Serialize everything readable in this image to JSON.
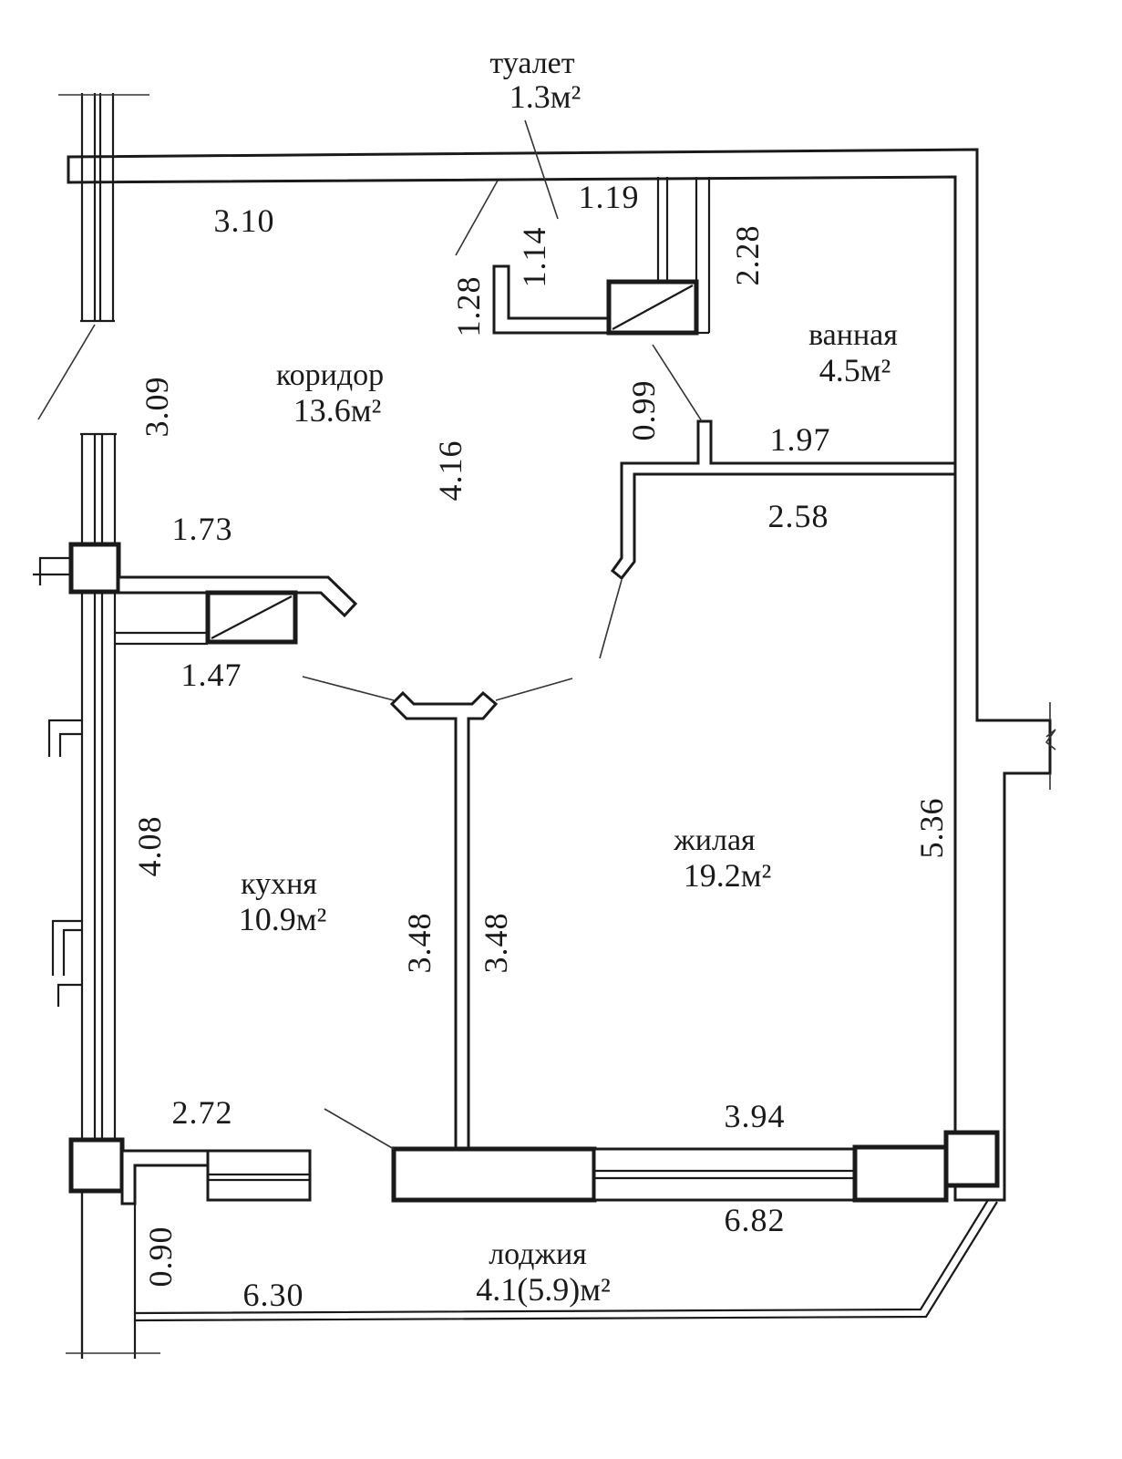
{
  "rooms": {
    "toilet": {
      "name": "туалет",
      "area": "1.3м²"
    },
    "corridor": {
      "name": "коридор",
      "area": "13.6м²"
    },
    "bathroom": {
      "name": "ванная",
      "area": "4.5м²"
    },
    "kitchen": {
      "name": "кухня",
      "area": "10.9м²"
    },
    "living": {
      "name": "жилая",
      "area": "19.2м²"
    },
    "loggia": {
      "name": "лоджия",
      "area": "4.1(5.9)м²"
    }
  },
  "dimensions": {
    "d_3_10": "3.10",
    "d_1_19": "1.19",
    "d_1_14": "1.14",
    "d_1_28": "1.28",
    "d_2_28": "2.28",
    "d_3_09": "3.09",
    "d_4_16": "4.16",
    "d_0_99": "0.99",
    "d_1_97": "1.97",
    "d_2_58": "2.58",
    "d_1_73": "1.73",
    "d_1_47": "1.47",
    "d_4_08": "4.08",
    "d_3_48_left": "3.48",
    "d_3_48_right": "3.48",
    "d_5_36": "5.36",
    "d_2_72": "2.72",
    "d_3_94": "3.94",
    "d_6_82": "6.82",
    "d_0_90": "0.90",
    "d_6_30": "6.30"
  }
}
